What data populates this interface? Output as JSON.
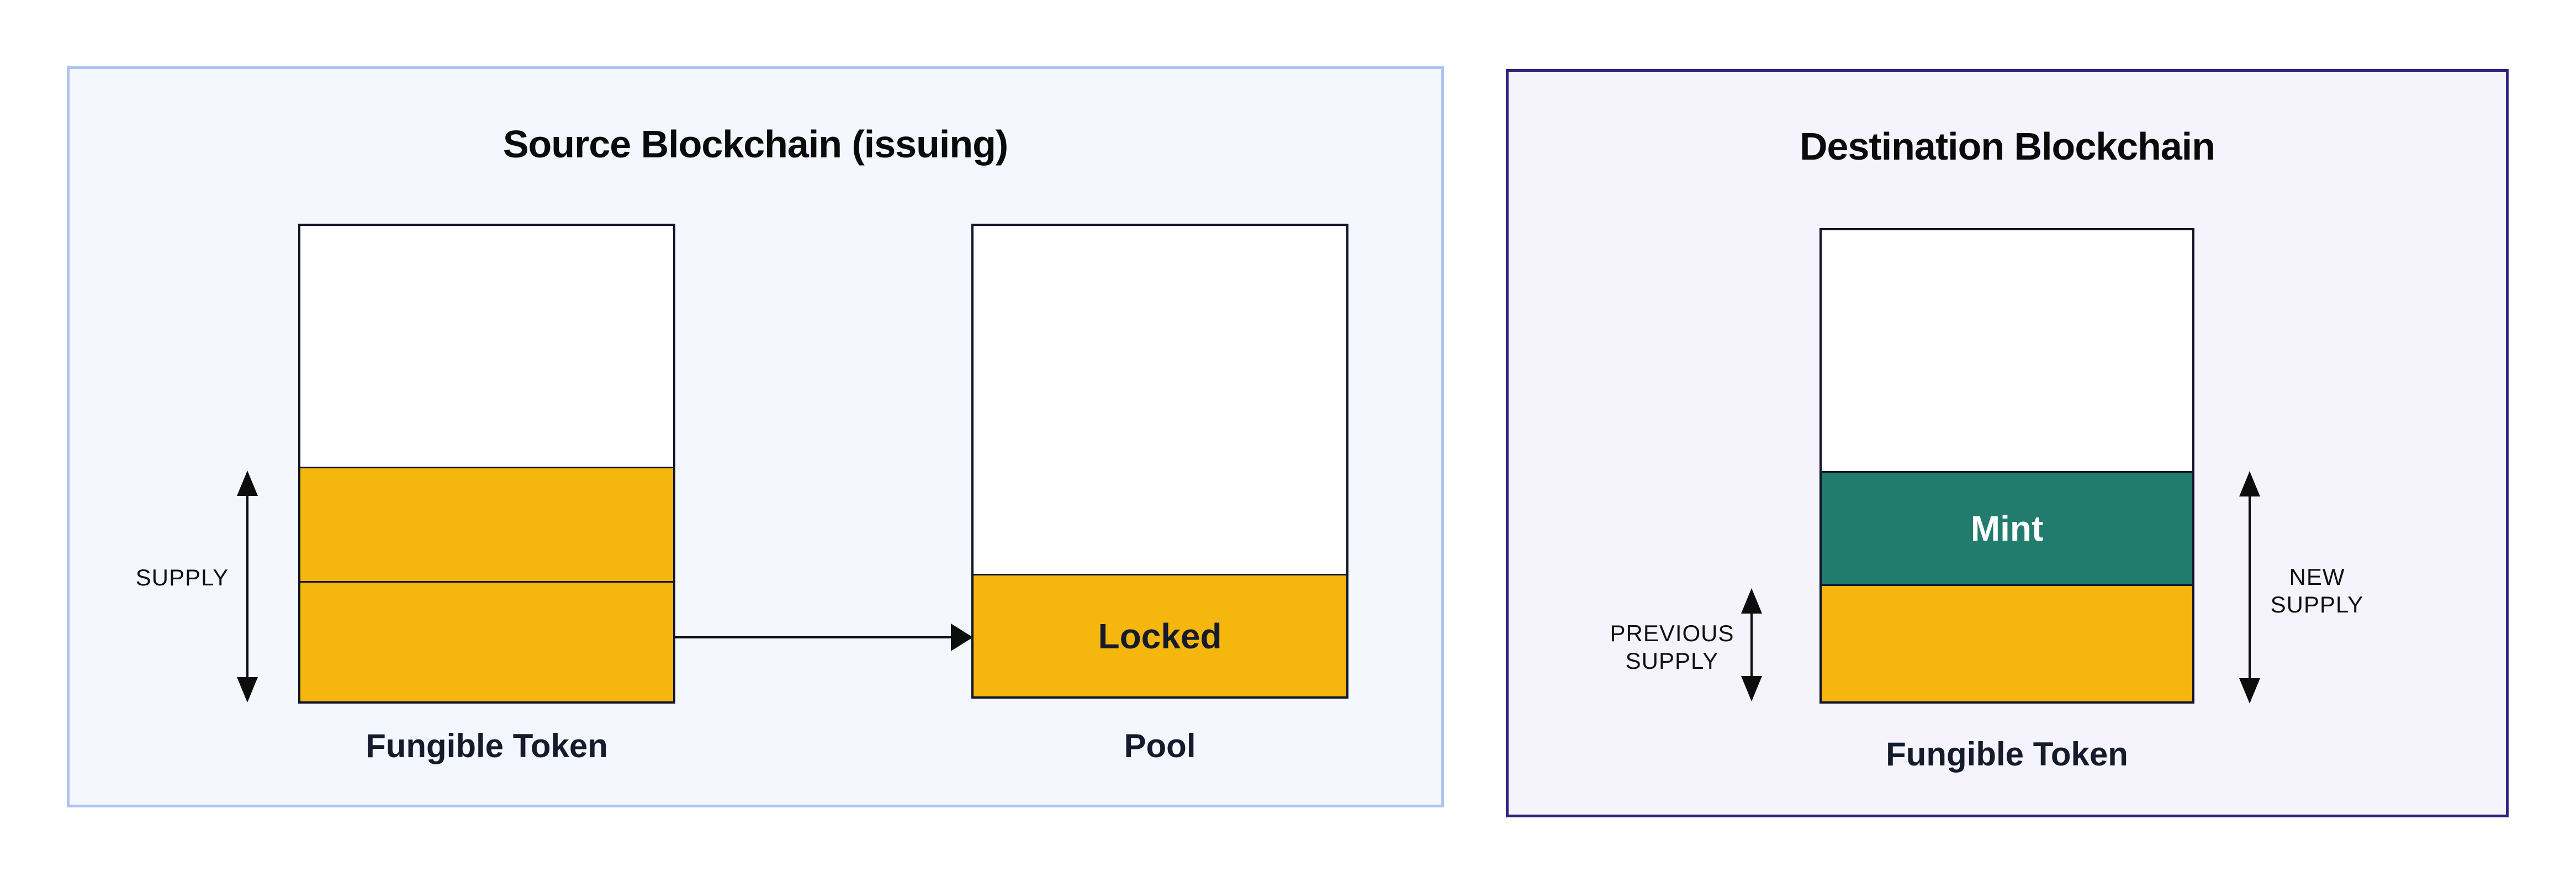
{
  "diagram": {
    "source_panel": {
      "title": "Source Blockchain (issuing)",
      "background": "#f4f7fd",
      "border_color": "#aec3f1",
      "supply_label": "SUPPLY",
      "fungible_token_bar": {
        "caption": "Fungible Token",
        "segments": [
          {
            "name": "unissued",
            "color": "#ffffff",
            "label": ""
          },
          {
            "name": "supply-upper",
            "color": "#f5b70d",
            "label": ""
          },
          {
            "name": "supply-lower",
            "color": "#f5b70d",
            "label": ""
          }
        ]
      },
      "pool_bar": {
        "caption": "Pool",
        "segments": [
          {
            "name": "empty",
            "color": "#ffffff",
            "label": ""
          },
          {
            "name": "locked",
            "color": "#f5b70d",
            "label": "Locked"
          }
        ]
      }
    },
    "destination_panel": {
      "title": "Destination Blockchain",
      "background": "#f5f3fb",
      "border_color": "#31207c",
      "previous_supply_label": {
        "line1": "PREVIOUS",
        "line2": "SUPPLY"
      },
      "new_supply_label": {
        "line1": "NEW",
        "line2": "SUPPLY"
      },
      "fungible_token_bar": {
        "caption": "Fungible Token",
        "segments": [
          {
            "name": "unissued",
            "color": "#ffffff",
            "label": ""
          },
          {
            "name": "mint",
            "color": "#217c6e",
            "label": "Mint"
          },
          {
            "name": "previous-supply",
            "color": "#f5b70d",
            "label": ""
          }
        ]
      }
    },
    "colors": {
      "bar_border": "#10152a",
      "arrow": "#0d0d0d",
      "caption_text": "#151b2c",
      "title_text": "#0a0a0a",
      "mint_fill": "#217c6e",
      "token_fill": "#f5b70d",
      "mint_text": "#ffffff"
    }
  }
}
